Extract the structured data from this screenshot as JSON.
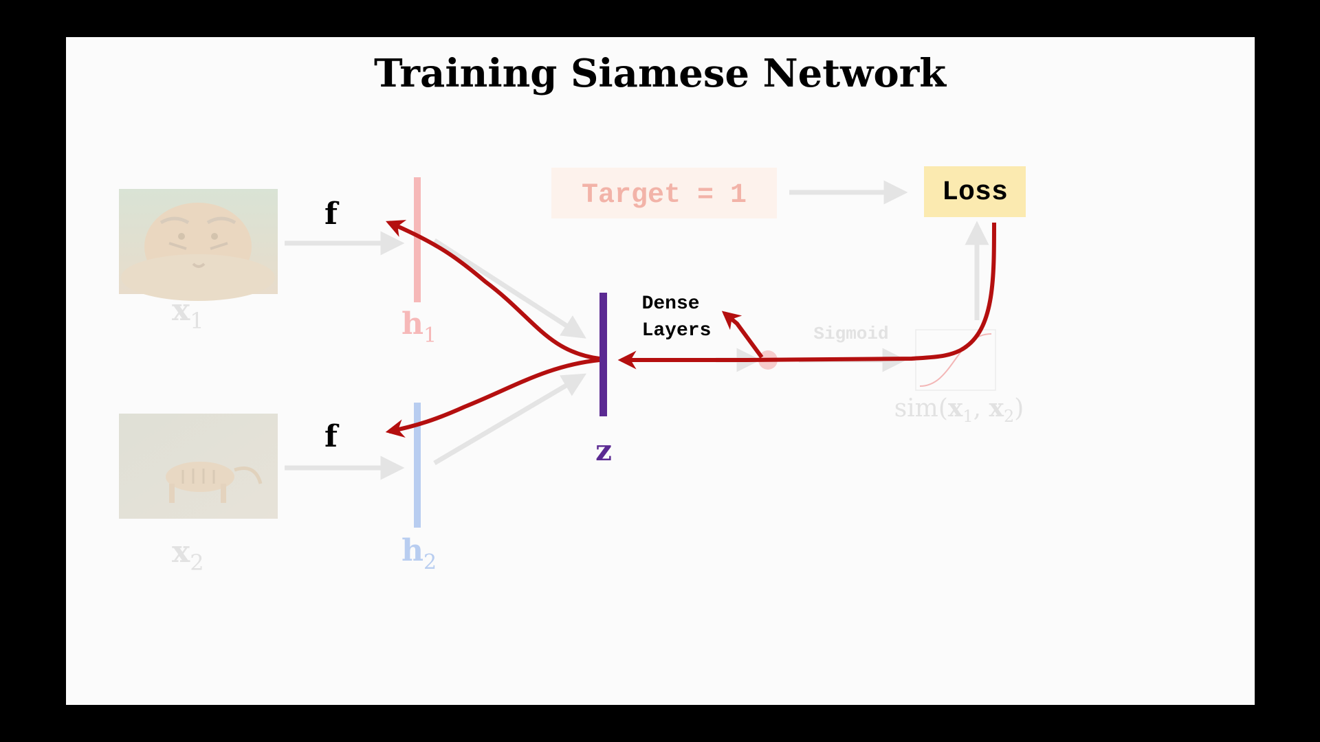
{
  "slide": {
    "title": "Training Siamese Network"
  },
  "inputs": [
    {
      "label_main": "x",
      "label_sub": "1",
      "image": "tiger-face-photo"
    },
    {
      "label_main": "x",
      "label_sub": "2",
      "image": "tiger-standing-photo"
    }
  ],
  "features": [
    {
      "label_main": "h",
      "label_sub": "1",
      "color": "#f6b8b8"
    },
    {
      "label_main": "h",
      "label_sub": "2",
      "color": "#b8cdf0"
    }
  ],
  "encoder_labels": [
    "f",
    "f"
  ],
  "merge": {
    "label": "z",
    "color": "#5b2a92"
  },
  "dense": {
    "line1": "Dense",
    "line2": "Layers"
  },
  "sigmoid": {
    "label": "Sigmoid"
  },
  "similarity": {
    "prefix": "sim(",
    "x1_main": "x",
    "x1_sub": "1",
    "sep": ", ",
    "x2_main": "x",
    "x2_sub": "2",
    "suffix": ")"
  },
  "target": {
    "label": "Target = 1",
    "color": "#f2b3a8"
  },
  "loss": {
    "label": "Loss",
    "bg_color": "#fbeab0"
  },
  "colors": {
    "backprop_arrow": "#b40f0f",
    "faded_arrow": "#e6e6e6",
    "faded_text": "#e2e2e2"
  }
}
